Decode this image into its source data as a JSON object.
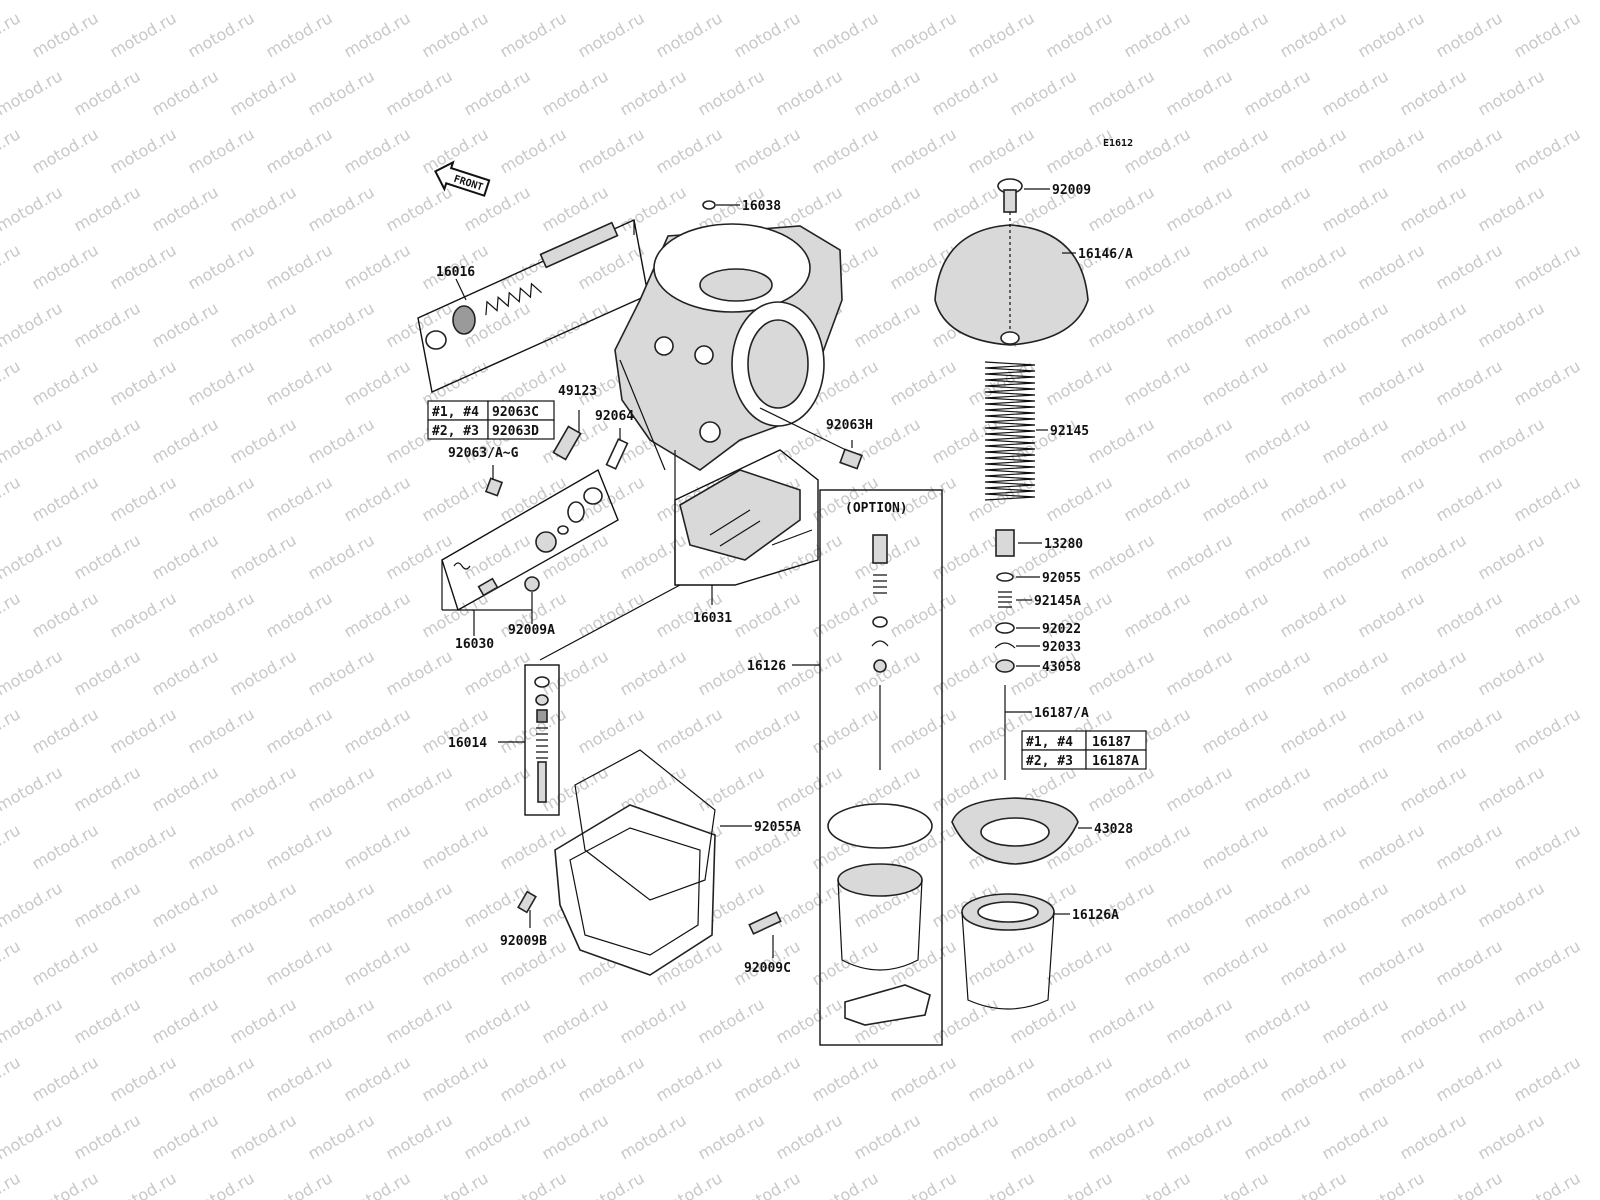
{
  "diagram_code": "E1612",
  "watermark": {
    "text": "motod.ru",
    "color": "#c8c8c8"
  },
  "front_arrow": {
    "label": "FRONT"
  },
  "option": {
    "title": "(OPTION)"
  },
  "labels": {
    "p16038": "16038",
    "p92009": "92009",
    "p16146A": "16146/A",
    "p16016": "16016",
    "p49123": "49123",
    "p92064": "92064",
    "p92063AG": "92063/A~G",
    "p92063H": "92063H",
    "p92145": "92145",
    "p13280": "13280",
    "p92055": "92055",
    "p92145A": "92145A",
    "p92022": "92022",
    "p92033": "92033",
    "p43058": "43058",
    "p16187A": "16187/A",
    "p16030": "16030",
    "p92009A": "92009A",
    "p16031": "16031",
    "p16126": "16126",
    "p16014": "16014",
    "p92055A": "92055A",
    "p43028": "43028",
    "p16126A": "16126A",
    "p92009B": "92009B",
    "p92009C": "92009C"
  },
  "table_jet": {
    "rows": [
      {
        "cyl": "#1, #4",
        "part": "92063C"
      },
      {
        "cyl": "#2, #3",
        "part": "92063D"
      }
    ]
  },
  "table_needle": {
    "rows": [
      {
        "cyl": "#1, #4",
        "part": "16187"
      },
      {
        "cyl": "#2, #3",
        "part": "16187A"
      }
    ]
  }
}
